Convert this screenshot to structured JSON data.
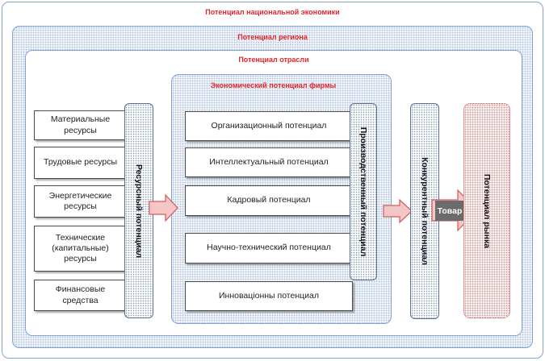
{
  "levels": {
    "national": "Потенциал национальной экономики",
    "region": "Потенциал региона",
    "industry": "Потенциал отрасли",
    "firm": "Экономический потенциал фирмы"
  },
  "resources": [
    "Материальные ресурсы",
    "Трудовые ресурсы",
    "Энергетические ресурсы",
    "Технические (капитальные) ресурсы",
    "Финансовые средства"
  ],
  "resource_potential": "Ресурсный потенциал",
  "firm_potentials": [
    "Организационный потенциал",
    "Интеллектуальный потенциал",
    "Кадровый потенциал",
    "Научно-технический потенциал",
    "Инноваціонны потенциал"
  ],
  "production_potential": "Производственный потенциал",
  "competitive_potential": "Конкурентный потенциал",
  "product": "Товар",
  "market_potential": "Потенциал рынка",
  "colors": {
    "title_red": "#e8222a",
    "frame_blue": "#7fa3d9",
    "arrow_fill": "#f4c6c6",
    "arrow_stroke": "#d05a5a"
  }
}
